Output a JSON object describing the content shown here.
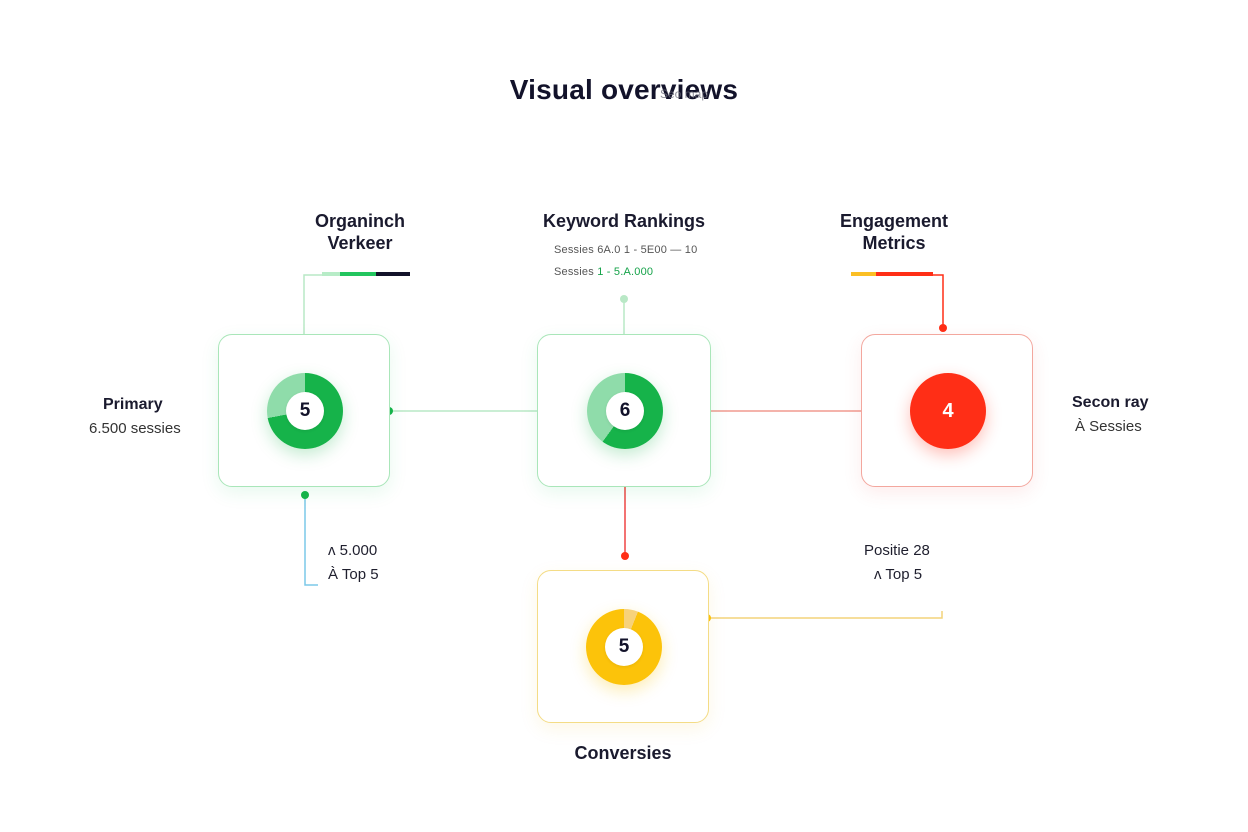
{
  "header": {
    "title": "Visual overviews",
    "title_overlay": "Seo map"
  },
  "nodes": {
    "organic": {
      "label_line1": "Organinch",
      "label_line2": "Verkeer",
      "value": "5",
      "stat1": "ʌ 5.000",
      "stat2": "À  Top 5",
      "color": "#16b34a"
    },
    "keyword": {
      "label": "Keyword Rankings",
      "stat1_prefix": "Sessies",
      "stat1_value": "6A.0 1 - 5E00 — 10",
      "stat2_prefix": "Sessies",
      "stat2_value": "1 - 5.A.000",
      "value": "6",
      "color": "#16b34a"
    },
    "engagement": {
      "label_line1": "Engagement",
      "label_line2": "Metrics",
      "value": "4",
      "stat1": "Positie 28",
      "stat2": "ʌ  Top 5",
      "color": "#ff2e16"
    },
    "conversions": {
      "label": "Conversies",
      "value": "5",
      "color": "#fcc30a"
    }
  },
  "sides": {
    "primary": {
      "title": "Primary",
      "sub": "6.500 sessies"
    },
    "secondary": {
      "title": "Secon ray",
      "sub": "À Sessies"
    }
  }
}
